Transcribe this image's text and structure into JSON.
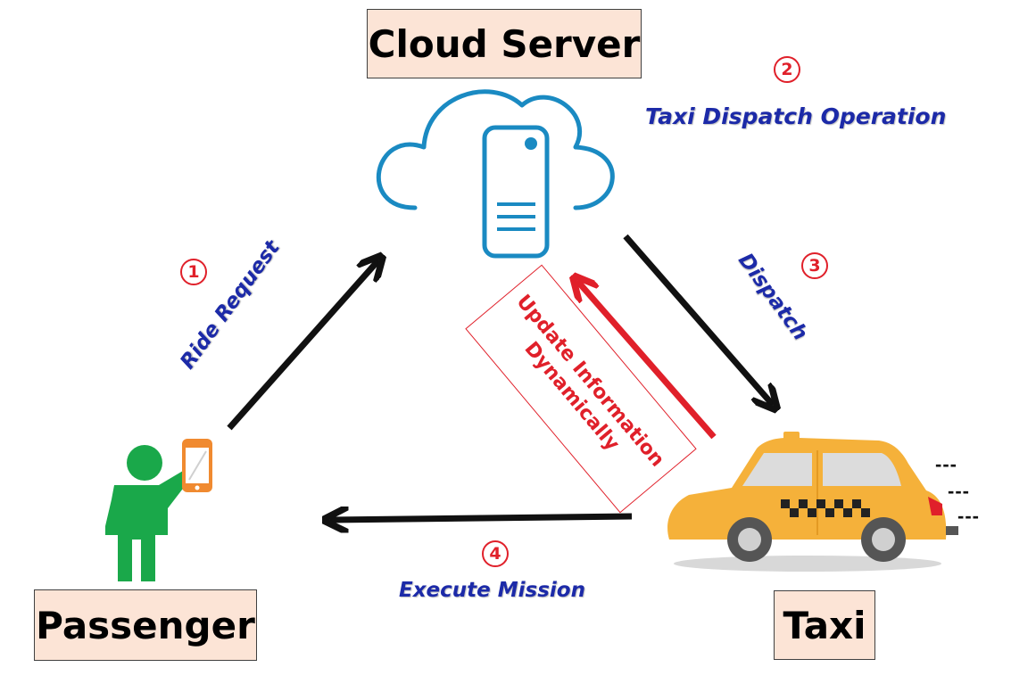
{
  "labels": {
    "cloud_server": "Cloud Server",
    "passenger": "Passenger",
    "taxi": "Taxi",
    "taxi_dispatch_operation": "Taxi Dispatch Operation",
    "ride_request": "Ride Request",
    "dispatch": "Dispatch",
    "execute_mission": "Execute Mission",
    "update_line1": "Update Information",
    "update_line2": "Dynamically",
    "motion_dash": "---"
  },
  "steps": [
    "1",
    "2",
    "3",
    "4"
  ],
  "colors": {
    "box_fill": "#fce4d6",
    "label_blue": "#1c2aa8",
    "accent_red": "#e0202a",
    "arrow_black": "#111111",
    "cloud_blue": "#1a8ac2",
    "person_green": "#1aa84a",
    "phone_orange": "#f08a30",
    "taxi_yellow": "#f5b13a"
  },
  "icons": [
    "cloud-server-icon",
    "passenger-icon",
    "smartphone-icon",
    "taxi-car-icon"
  ]
}
